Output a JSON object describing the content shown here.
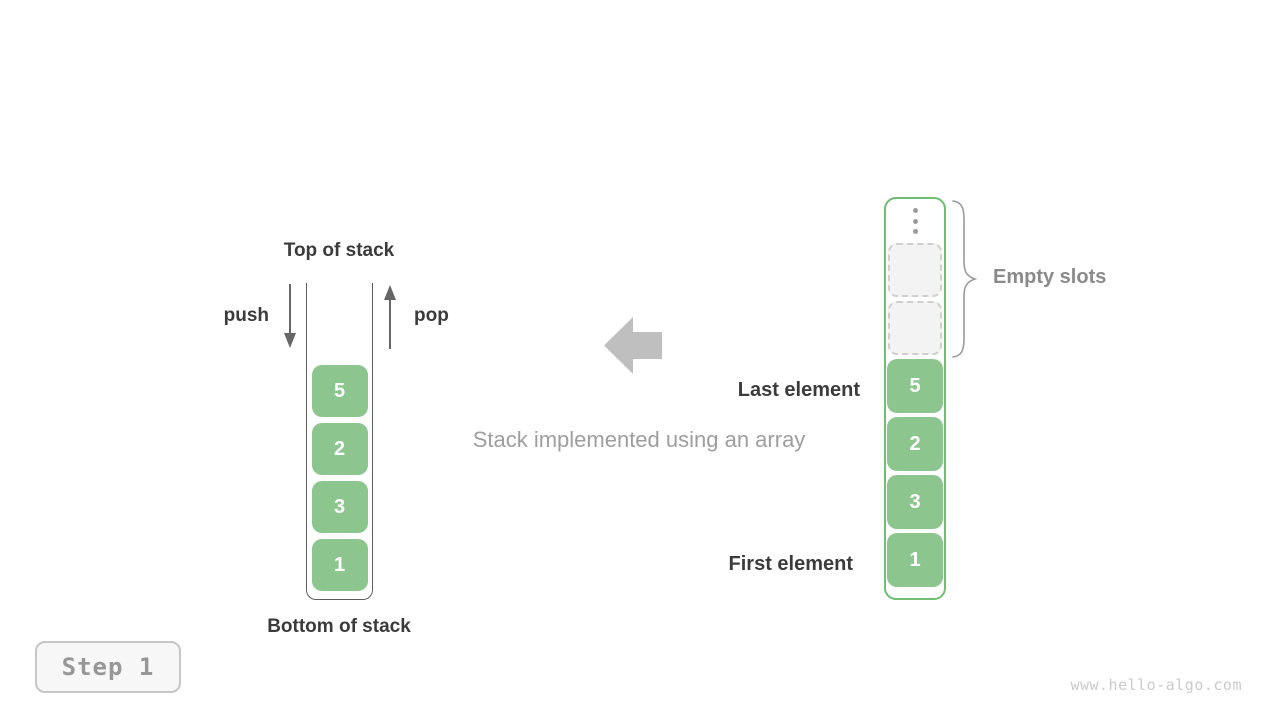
{
  "figure": {
    "caption": "Stack implemented using an array",
    "watermark": "www.hello-algo.com",
    "step_label": "Step 1"
  },
  "stack_view": {
    "top_label": "Top of stack",
    "bottom_label": "Bottom of stack",
    "push_label": "push",
    "pop_label": "pop",
    "elements": [
      "5",
      "2",
      "3",
      "1"
    ]
  },
  "array_view": {
    "empty_slot_count": 2,
    "empty_slots_label": "Empty slots",
    "last_element_label": "Last element",
    "first_element_label": "First element",
    "elements": [
      "5",
      "2",
      "3",
      "1"
    ]
  },
  "colors": {
    "element_green": "#8dc58f",
    "array_border_green": "#6fbe73",
    "big_arrow_gray": "#bfbfbf",
    "text_dark": "#3b3b3b",
    "text_gray": "#9e9e9e",
    "muted_gray": "#8a8a8a"
  }
}
